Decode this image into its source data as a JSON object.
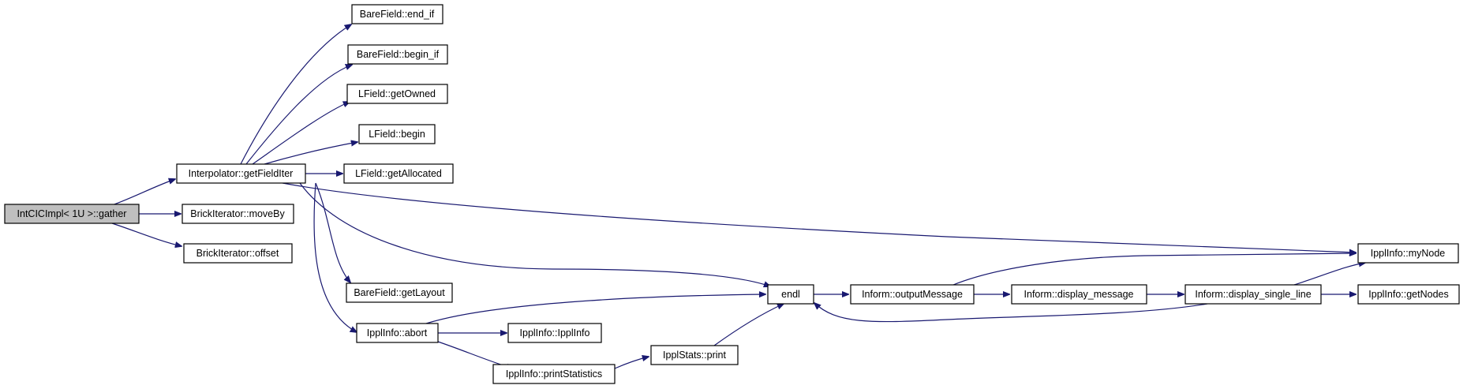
{
  "nodes": {
    "root": "IntCICImpl< 1U >::gather",
    "getFieldIter": "Interpolator::getFieldIter",
    "moveBy": "BrickIterator::moveBy",
    "offset": "BrickIterator::offset",
    "end_if": "BareField::end_if",
    "begin_if": "BareField::begin_if",
    "getOwned": "LField::getOwned",
    "lbegin": "LField::begin",
    "getAllocated": "LField::getAllocated",
    "getLayout": "BareField::getLayout",
    "abort": "IpplInfo::abort",
    "ipplInfoCtor": "IpplInfo::IpplInfo",
    "printStatistics": "IpplInfo::printStatistics",
    "statsPrint": "IpplStats::print",
    "endl": "endl",
    "outputMessage": "Inform::outputMessage",
    "display_message": "Inform::display_message",
    "display_single_line": "Inform::display_single_line",
    "myNode": "IpplInfo::myNode",
    "getNodes": "IpplInfo::getNodes"
  },
  "colors": {
    "edge": "#191970",
    "root_fill": "#bfbfbf",
    "node_fill": "#ffffff",
    "node_border": "#000000"
  }
}
